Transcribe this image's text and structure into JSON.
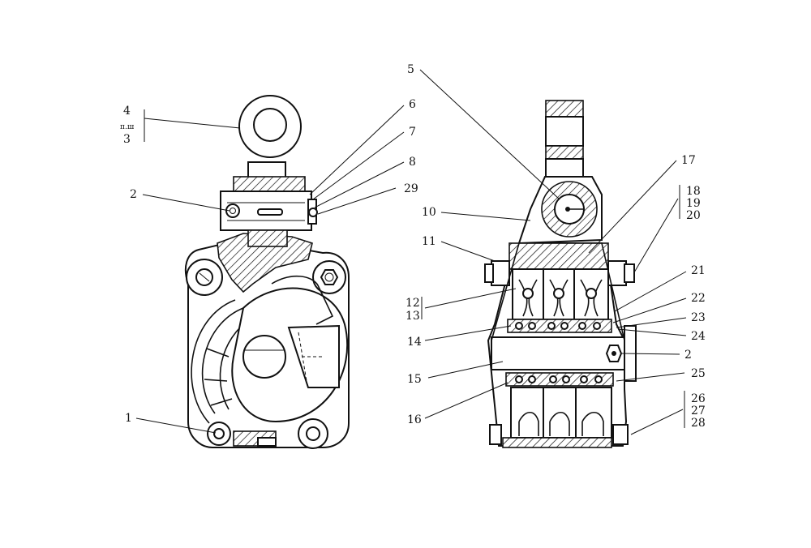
{
  "left_view": {
    "labels": {
      "l4": "4",
      "l_note": "п.ш",
      "l3": "3",
      "l2": "2",
      "l6": "6",
      "l7": "7",
      "l8": "8",
      "l29": "29",
      "l1": "1"
    }
  },
  "right_view": {
    "labels": {
      "l5": "5",
      "l17": "17",
      "l18": "18",
      "l19": "19",
      "l20": "20",
      "l10": "10",
      "l11": "11",
      "l21": "21",
      "l12": "12",
      "l13": "13",
      "l22": "22",
      "l23": "23",
      "l24": "24",
      "l14": "14",
      "l2": "2",
      "l15": "15",
      "l25": "25",
      "l16": "16",
      "l26": "26",
      "l27": "27",
      "l28": "28"
    }
  }
}
